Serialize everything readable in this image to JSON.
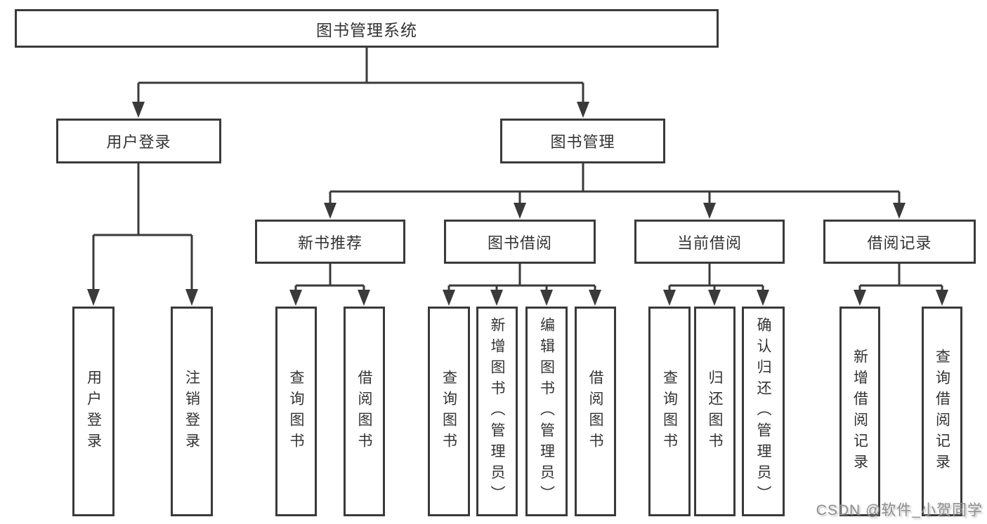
{
  "tree": {
    "label": "图书管理系统",
    "children": [
      {
        "label": "用户登录",
        "children": [
          {
            "label": "用户登录"
          },
          {
            "label": "注销登录"
          }
        ]
      },
      {
        "label": "图书管理",
        "children": [
          {
            "label": "新书推荐",
            "children": [
              {
                "label": "查询图书"
              },
              {
                "label": "借阅图书"
              }
            ]
          },
          {
            "label": "图书借阅",
            "children": [
              {
                "label": "查询图书"
              },
              {
                "label": "新增图书（管理员）"
              },
              {
                "label": "编辑图书（管理员）"
              },
              {
                "label": "借阅图书"
              }
            ]
          },
          {
            "label": "当前借阅",
            "children": [
              {
                "label": "查询图书"
              },
              {
                "label": "归还图书"
              },
              {
                "label": "确认归还（管理员）"
              }
            ]
          },
          {
            "label": "借阅记录",
            "children": [
              {
                "label": "新增借阅记录"
              },
              {
                "label": "查询借阅记录"
              }
            ]
          }
        ]
      }
    ]
  },
  "watermark": {
    "text": "CSDN @软件_小贺同学"
  },
  "colors": {
    "line": "#3a3a3a",
    "text": "#333333",
    "background": "#ffffff",
    "watermark": "#8f8f8f"
  }
}
